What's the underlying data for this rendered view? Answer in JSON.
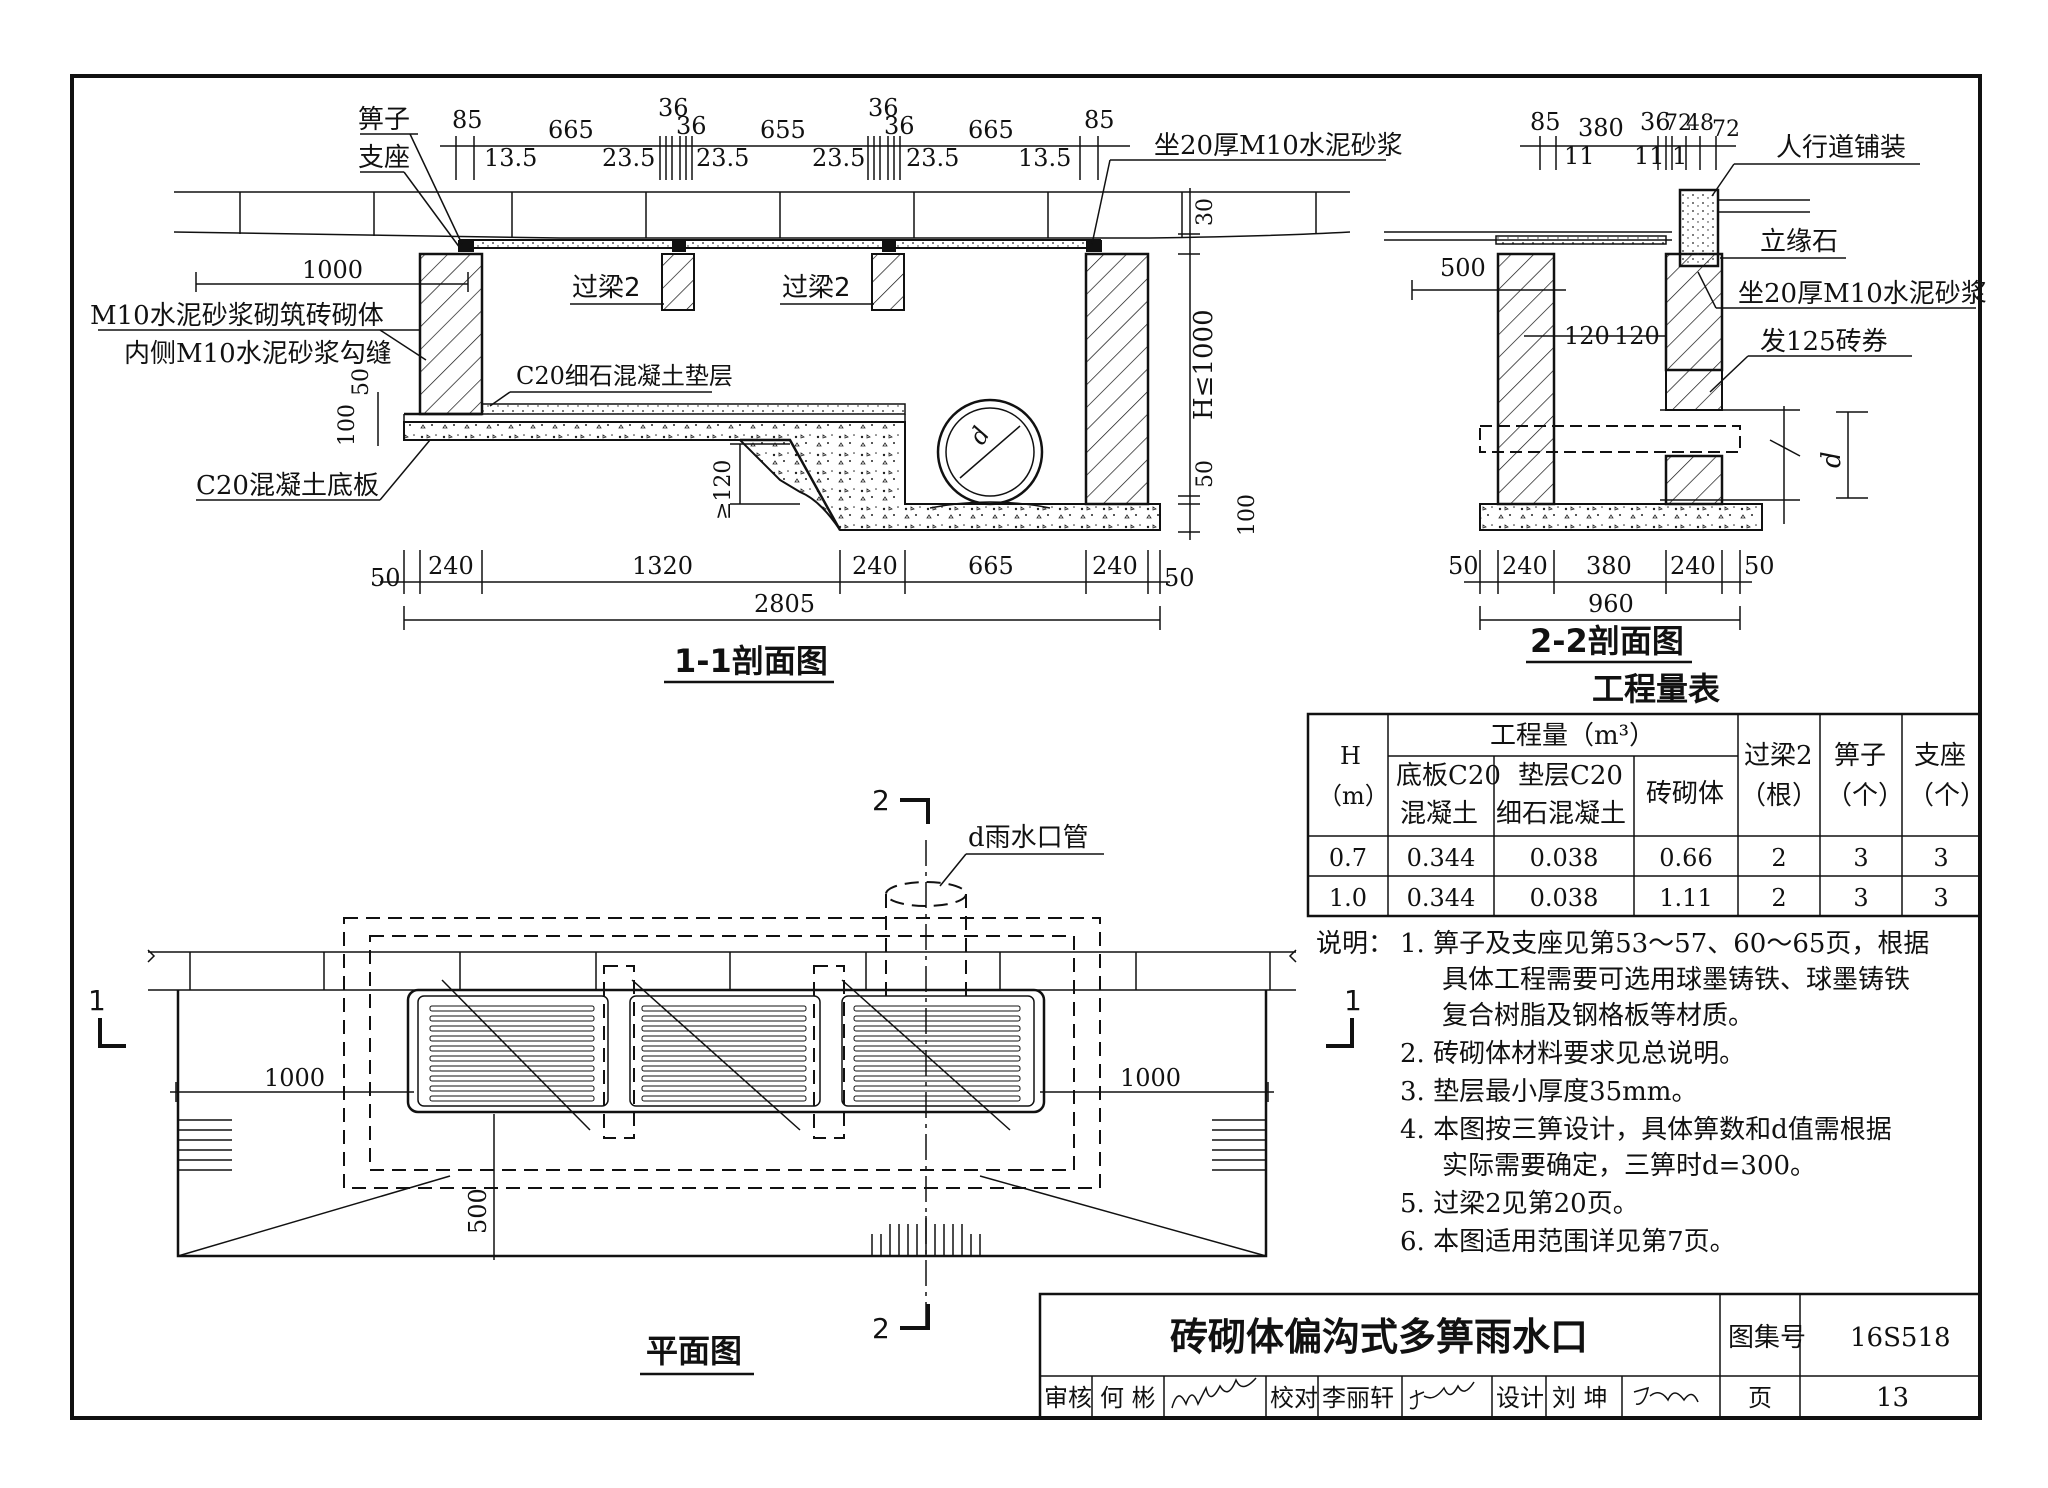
{
  "sections": {
    "s11": {
      "title": "1-1剖面图",
      "labels": {
        "grate": "箅子",
        "support": "支座",
        "mortar_bed": "坐20厚M10水泥砂浆",
        "lintel_a": "过梁2",
        "lintel_b": "过梁2",
        "masonry_1": "M10水泥砂浆砌筑砖砌体",
        "masonry_2": "内侧M10水泥砂浆勾缝",
        "cushion": "C20细石混凝土垫层",
        "base_slab": "C20混凝土底板",
        "height": "H≤1000",
        "pipe": "d"
      },
      "top_dims": [
        "85",
        "665",
        "36",
        "36",
        "655",
        "36",
        "36",
        "665",
        "85"
      ],
      "top_sub_dims": [
        "13.5",
        "23.5",
        "23.5",
        "23.5",
        "23.5",
        "13.5"
      ],
      "side_dims": {
        "d1000": "1000",
        "d50a": "50",
        "d100a": "100",
        "d120": "≥120",
        "d30": "30",
        "d50b": "50",
        "d100b": "100"
      },
      "bottom_dims": [
        "50",
        "240",
        "1320",
        "240",
        "665",
        "240",
        "50"
      ],
      "total": "2805"
    },
    "s22": {
      "title": "2-2剖面图",
      "labels": {
        "paving": "人行道铺装",
        "curb": "立缘石",
        "mortar_bed": "坐20厚M10水泥砂浆",
        "arch": "发125砖券",
        "pipe": "d"
      },
      "top_dims": [
        "85",
        "380",
        "36",
        "72",
        "48",
        "72"
      ],
      "top_sub_dims": [
        "11",
        "11",
        "1"
      ],
      "side_dims": {
        "d500": "500",
        "d120a": "120",
        "d120b": "120"
      },
      "bottom_dims": [
        "50",
        "240",
        "380",
        "240",
        "50"
      ],
      "total": "960"
    },
    "plan": {
      "title": "平面图",
      "pipe_label": "d雨水口管",
      "marker_1_left": "1",
      "marker_1_right": "1",
      "marker_2_top": "2",
      "marker_2_bottom": "2",
      "dim_left": "1000",
      "dim_right": "1000",
      "dim_500": "500"
    }
  },
  "table": {
    "title": "工程量表",
    "head_h": "H",
    "head_h_unit": "（m）",
    "head_group": "工程量（m³）",
    "head_cols": [
      [
        "底板C20",
        "混凝土"
      ],
      [
        "垫层C20",
        "细石混凝土"
      ],
      [
        "砖砌体"
      ]
    ],
    "head_lintel": [
      "过梁2",
      "（根）"
    ],
    "head_grate": [
      "箅子",
      "（个）"
    ],
    "head_support": [
      "支座",
      "（个）"
    ],
    "rows": [
      [
        "0.7",
        "0.344",
        "0.038",
        "0.66",
        "2",
        "3",
        "3"
      ],
      [
        "1.0",
        "0.344",
        "0.038",
        "1.11",
        "2",
        "3",
        "3"
      ]
    ]
  },
  "notes": {
    "prefix": "说明：",
    "items": [
      "1.  箅子及支座见第53～57、60～65页，根据",
      "具体工程需要可选用球墨铸铁、球墨铸铁",
      "复合树脂及钢格板等材质。",
      "2.  砖砌体材料要求见总说明。",
      "3.  垫层最小厚度35mm。",
      "4.  本图按三箅设计，具体箅数和d值需根据",
      "实际需要确定，三箅时d=300。",
      "5.  过梁2见第20页。",
      "6.  本图适用范围详见第7页。"
    ]
  },
  "title_block": {
    "title": "砖砌体偏沟式多箅雨水口",
    "atlas_label": "图集号",
    "atlas_no": "16S518",
    "page_label": "页",
    "page_no": "13",
    "review_label": "审核",
    "reviewer": "何 彬",
    "check_label": "校对",
    "checker": "李丽轩",
    "design_label": "设计",
    "designer": "刘 坤"
  }
}
